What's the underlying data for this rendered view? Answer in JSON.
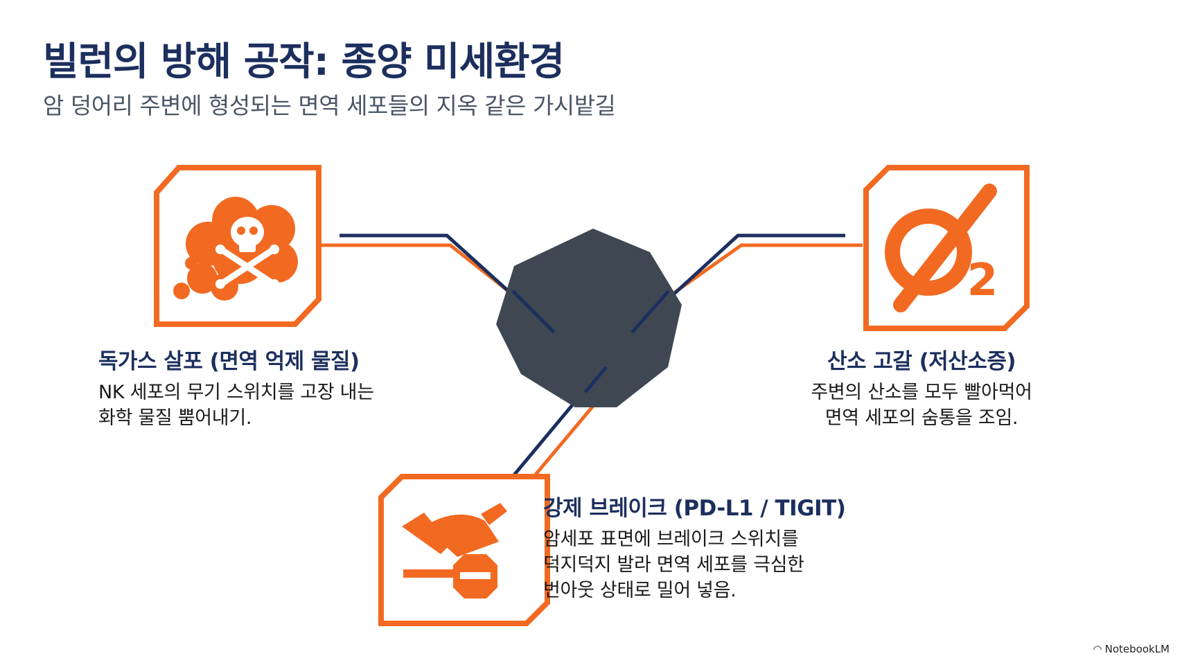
{
  "header": {
    "title": "빌런의 방해 공작: 종양 미세환경",
    "subtitle": "암 덩어리 주변에 형성되는 면역 세포들의 지옥 같은 가시밭길"
  },
  "nodes": {
    "left": {
      "title": "독가스 살포 (면역 억제 물질)",
      "desc": "NK 세포의 무기 스위치를 고장 내는\n화학 물질 뿜어내기."
    },
    "right": {
      "title": "산소 고갈 (저산소증)",
      "desc": "주변의 산소를 모두 빨아먹어\n면역 세포의 숨통을 조임.",
      "icon_text": "2"
    },
    "bottom": {
      "title": "강제 브레이크 (PD-L1 / TIGIT)",
      "desc": "암세포 표면에 브레이크 스위치를\n덕지덕지 발라 면역 세포를 극심한\n번아웃 상태로 밀어 넣음."
    }
  },
  "colors": {
    "accent": "#f26a22",
    "navy": "#1c2f5e",
    "hub": "#3f4852"
  },
  "brand": "NotebookLM"
}
